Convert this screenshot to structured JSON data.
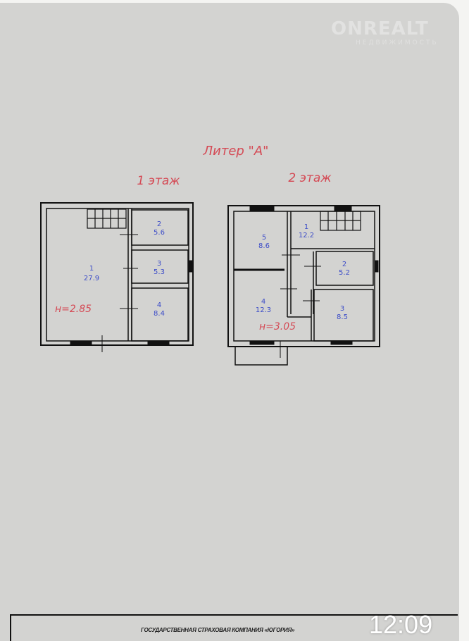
{
  "watermark": {
    "brand": "ONREALT",
    "tagline": "НЕДВИЖИМОСТЬ"
  },
  "plan": {
    "title": "Литер \"А\"",
    "floor1": {
      "label": "1 этаж",
      "height": "н=2.85",
      "rooms": [
        {
          "num": "1",
          "area": "27.9"
        },
        {
          "num": "2",
          "area": "5.6"
        },
        {
          "num": "3",
          "area": "5.3"
        },
        {
          "num": "4",
          "area": "8.4"
        }
      ]
    },
    "floor2": {
      "label": "2 этаж",
      "height": "н=3.05",
      "rooms": [
        {
          "num": "1",
          "area": "12.2"
        },
        {
          "num": "2",
          "area": "5.2"
        },
        {
          "num": "3",
          "area": "8.5"
        },
        {
          "num": "4",
          "area": "12.3"
        },
        {
          "num": "5",
          "area": "8.6"
        }
      ]
    }
  },
  "stamp": "ГОСУДАРСТВЕННАЯ СТРАХОВАЯ КОМПАНИЯ «ЮГОРИЯ»",
  "status": {
    "time": "12:09"
  }
}
